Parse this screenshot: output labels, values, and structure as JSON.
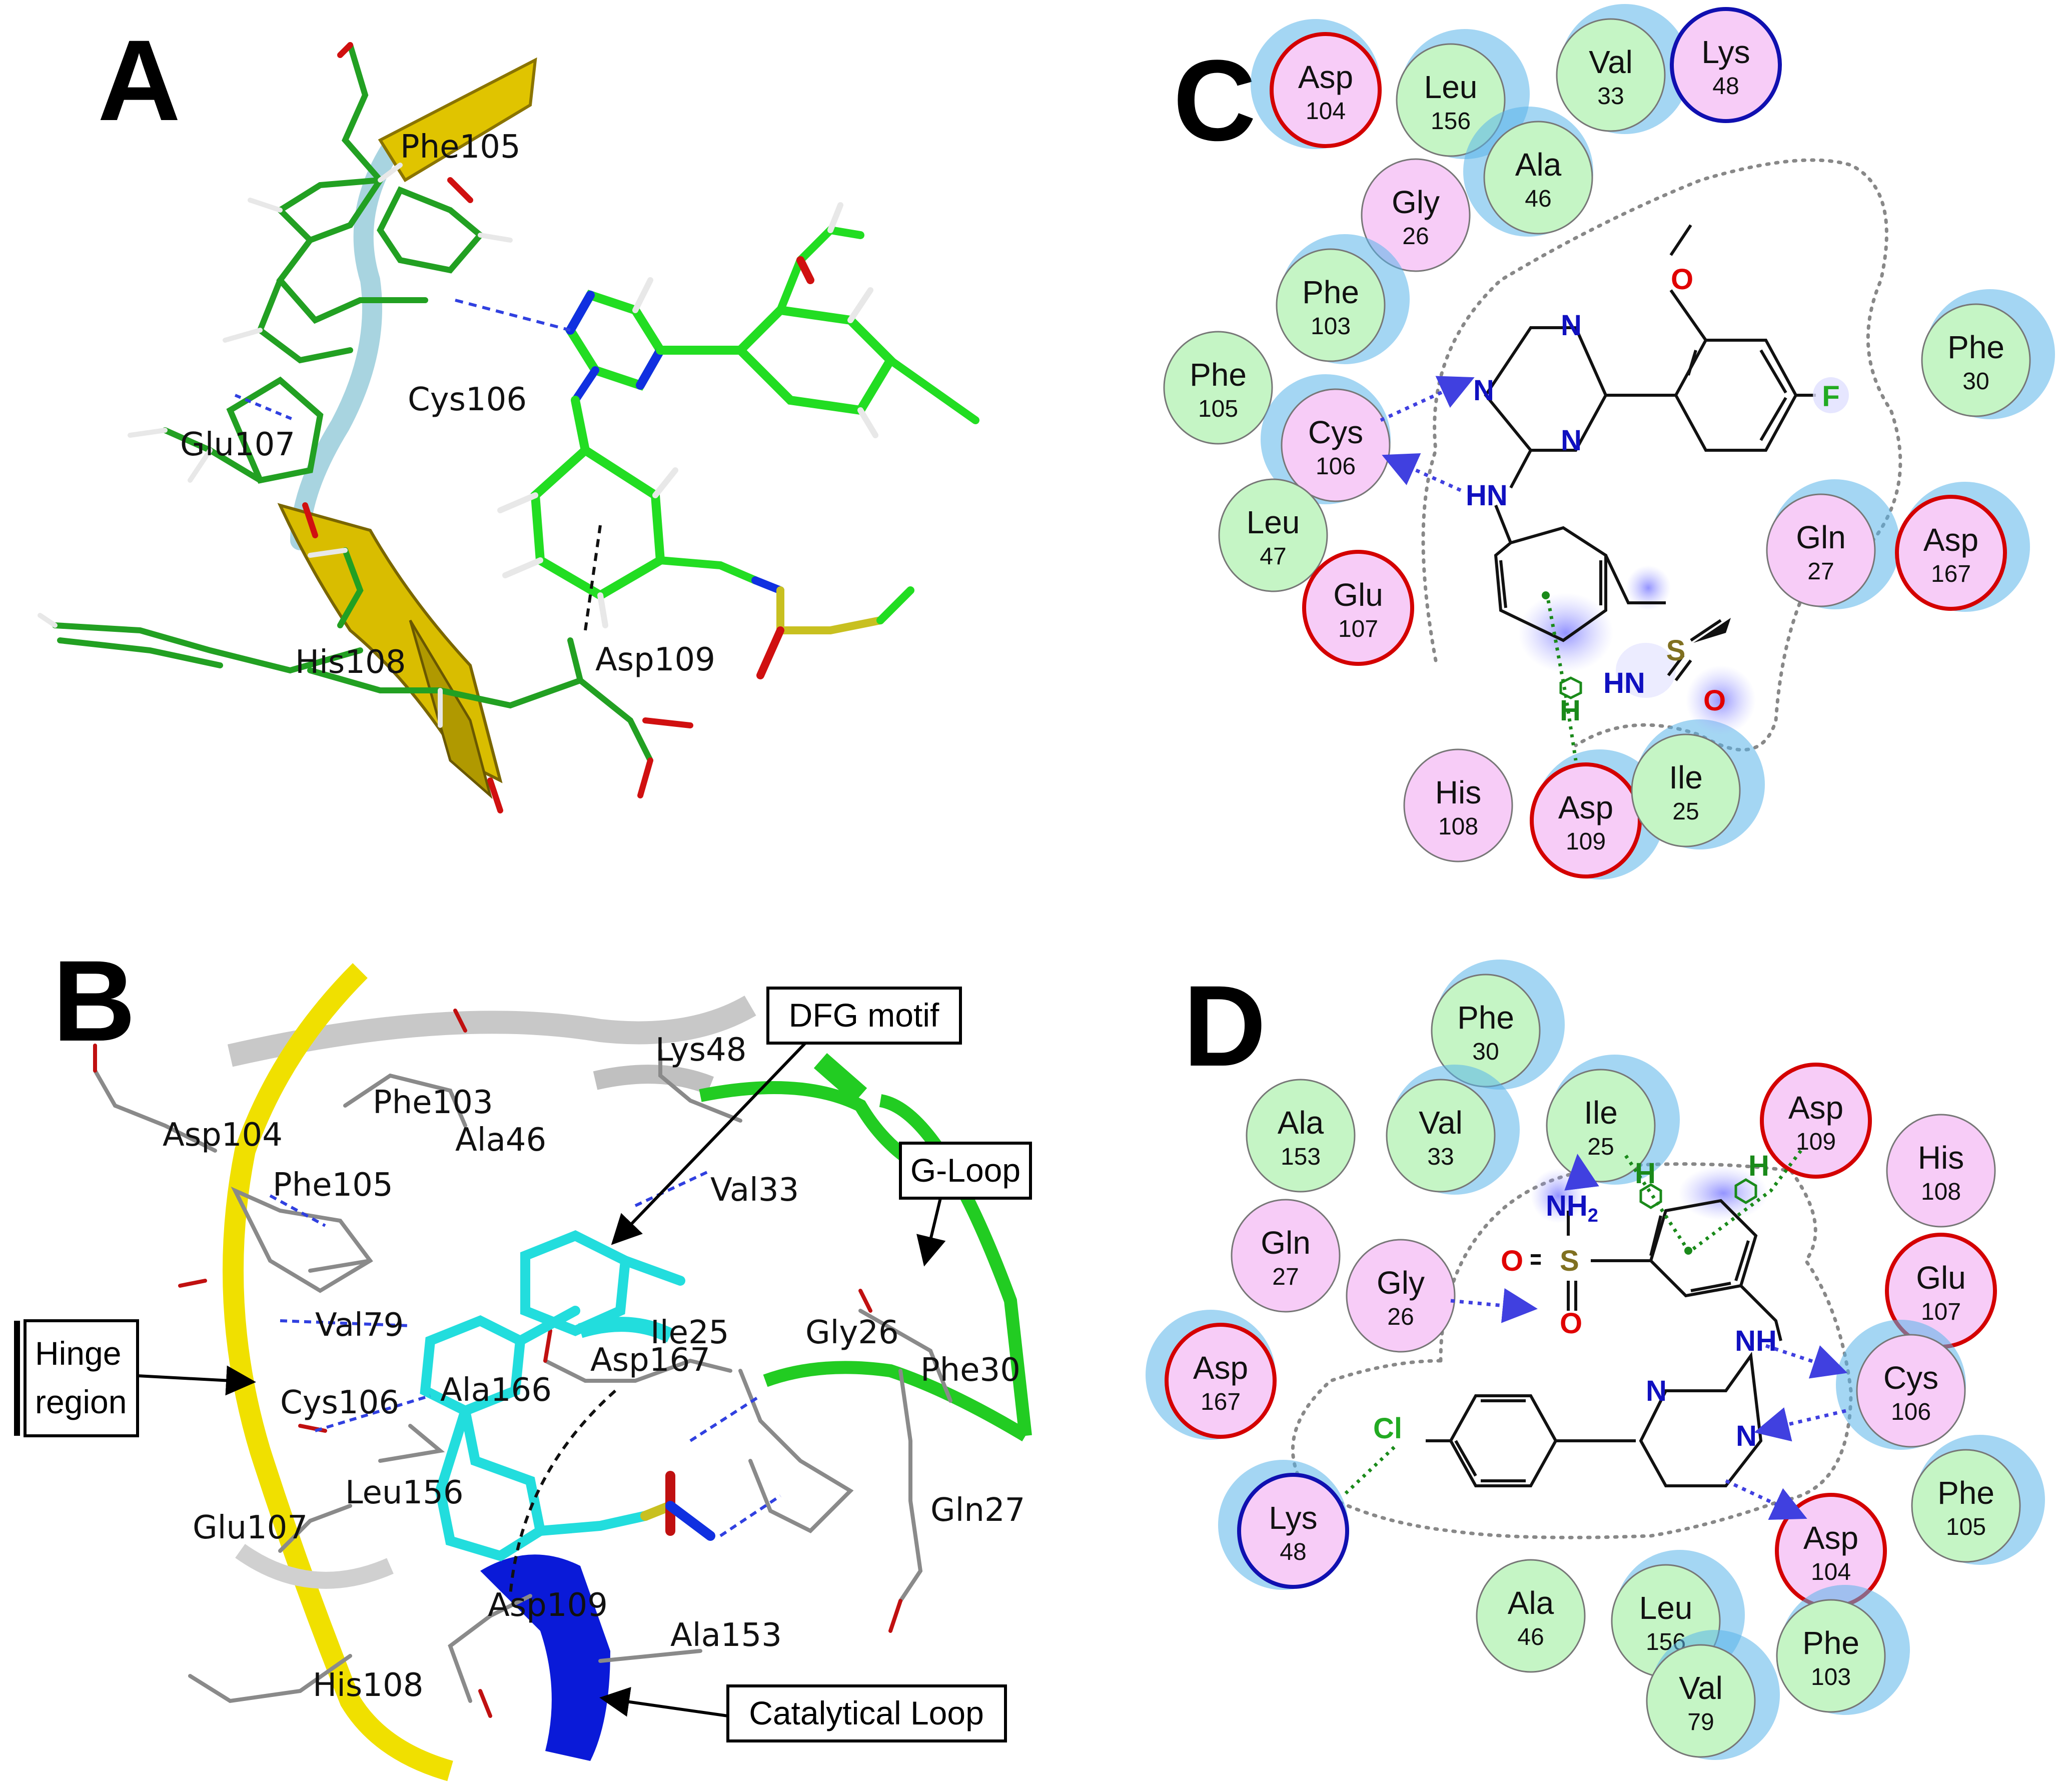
{
  "panels": {
    "A": {
      "letter": "A",
      "residues": [
        "Phe105",
        "Cys106",
        "Glu107",
        "His108",
        "Asp109"
      ]
    },
    "B": {
      "letter": "B",
      "residues": [
        "Lys48",
        "Phe103",
        "Ala46",
        "Asp104",
        "Phe105",
        "Val33",
        "Val79",
        "Asp167",
        "Ile25",
        "Gly26",
        "Phe30",
        "Cys106",
        "Ala166",
        "Leu156",
        "Gln27",
        "Glu107",
        "Asp109",
        "Ala153",
        "His108"
      ],
      "callouts": {
        "dfg": "DFG motif",
        "gloop": "G-Loop",
        "hinge_line1": "Hinge",
        "hinge_line2": "region",
        "catalytic": "Catalytical Loop"
      }
    },
    "C": {
      "letter": "C",
      "residues": [
        {
          "name": "Asp",
          "num": "104",
          "type": "acidic"
        },
        {
          "name": "Leu",
          "num": "156",
          "type": "hydrophobic"
        },
        {
          "name": "Val",
          "num": "33",
          "type": "hydrophobic"
        },
        {
          "name": "Lys",
          "num": "48",
          "type": "basic"
        },
        {
          "name": "Ala",
          "num": "46",
          "type": "hydrophobic"
        },
        {
          "name": "Gly",
          "num": "26",
          "type": "polar"
        },
        {
          "name": "Phe",
          "num": "103",
          "type": "hydrophobic"
        },
        {
          "name": "Phe",
          "num": "30",
          "type": "hydrophobic"
        },
        {
          "name": "Phe",
          "num": "105",
          "type": "hydrophobic"
        },
        {
          "name": "Cys",
          "num": "106",
          "type": "polar"
        },
        {
          "name": "Leu",
          "num": "47",
          "type": "hydrophobic"
        },
        {
          "name": "Glu",
          "num": "107",
          "type": "acidic"
        },
        {
          "name": "Gln",
          "num": "27",
          "type": "polar"
        },
        {
          "name": "Asp",
          "num": "167",
          "type": "acidic"
        },
        {
          "name": "His",
          "num": "108",
          "type": "polar"
        },
        {
          "name": "Asp",
          "num": "109",
          "type": "acidic"
        },
        {
          "name": "Ile",
          "num": "25",
          "type": "hydrophobic"
        }
      ],
      "atoms": {
        "o": "O",
        "n1": "N",
        "n2": "N",
        "n3": "N",
        "f": "F",
        "hn": "HN",
        "s": "S",
        "hn2": "HN",
        "o2": "O",
        "h": "H"
      }
    },
    "D": {
      "letter": "D",
      "residues": [
        {
          "name": "Phe",
          "num": "30",
          "type": "hydrophobic"
        },
        {
          "name": "Ala",
          "num": "153",
          "type": "hydrophobic"
        },
        {
          "name": "Val",
          "num": "33",
          "type": "hydrophobic"
        },
        {
          "name": "Ile",
          "num": "25",
          "type": "hydrophobic"
        },
        {
          "name": "Asp",
          "num": "109",
          "type": "acidic"
        },
        {
          "name": "His",
          "num": "108",
          "type": "polar"
        },
        {
          "name": "Gln",
          "num": "27",
          "type": "polar"
        },
        {
          "name": "Gly",
          "num": "26",
          "type": "polar"
        },
        {
          "name": "Glu",
          "num": "107",
          "type": "acidic"
        },
        {
          "name": "Asp",
          "num": "167",
          "type": "acidic"
        },
        {
          "name": "Cys",
          "num": "106",
          "type": "polar"
        },
        {
          "name": "Lys",
          "num": "48",
          "type": "basic"
        },
        {
          "name": "Phe",
          "num": "105",
          "type": "hydrophobic"
        },
        {
          "name": "Asp",
          "num": "104",
          "type": "acidic"
        },
        {
          "name": "Ala",
          "num": "46",
          "type": "hydrophobic"
        },
        {
          "name": "Leu",
          "num": "156",
          "type": "hydrophobic"
        },
        {
          "name": "Phe",
          "num": "103",
          "type": "hydrophobic"
        },
        {
          "name": "Val",
          "num": "79",
          "type": "hydrophobic"
        }
      ],
      "atoms": {
        "nh2": "NH",
        "nh2_sub": "2",
        "o1": "O",
        "s": "S",
        "o2": "O",
        "nh": "NH",
        "n1": "N",
        "n2": "N",
        "cl": "Cl",
        "h1": "H",
        "h2": "H"
      }
    }
  },
  "colors": {
    "hydrophobic_fill": "#c5f5c5",
    "polar_fill": "#f7ccf7",
    "acidic_ring": "#d40000",
    "basic_ring": "#1010b0",
    "exposure": "#5ab4ea",
    "hbond": "#4040e0",
    "arene": "#1a8a1a",
    "ligand_green": "#22dd22",
    "ligand_cyan": "#22dddd",
    "yellow_ribbon": "#e8d000",
    "blue_ribbon": "#0a1ad8"
  }
}
